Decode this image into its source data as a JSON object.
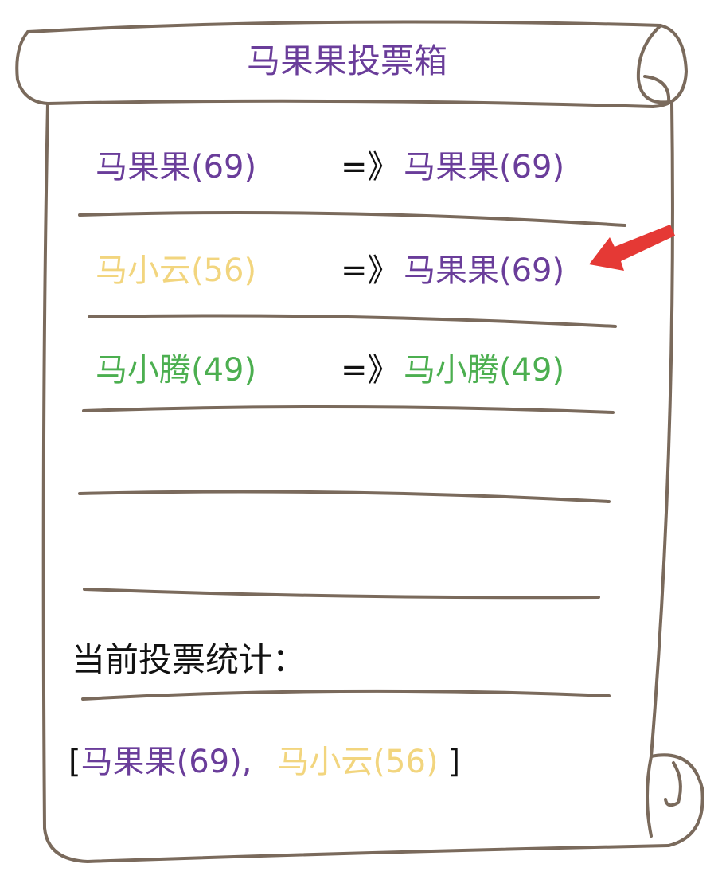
{
  "title": "马果果投票箱",
  "colors": {
    "purple": "#6a3d9a",
    "yellow": "#f2d57e",
    "green": "#4caf50",
    "black": "#111111",
    "paper_stroke": "#7a6a5c",
    "arrow_red": "#e53935"
  },
  "votes": [
    {
      "from": "马果果(69)",
      "from_color": "#6a3d9a",
      "arrow": "=》",
      "to": "马果果(69)",
      "to_color": "#6a3d9a"
    },
    {
      "from": "马小云(56)",
      "from_color": "#f2d57e",
      "arrow": "=》",
      "to": "马果果(69)",
      "to_color": "#6a3d9a"
    },
    {
      "from": "马小腾(49)",
      "from_color": "#4caf50",
      "arrow": "=》",
      "to": "马小腾(49)",
      "to_color": "#4caf50"
    }
  ],
  "stats": {
    "label": "当前投票统计：",
    "open_bracket": "[",
    "items": [
      {
        "text": "马果果(69)",
        "color": "#6a3d9a"
      },
      {
        "text": "马小云(56)",
        "color": "#f2d57e"
      }
    ],
    "separator": ",",
    "close_bracket": "]"
  },
  "highlight_icon": "red-arrow-icon"
}
